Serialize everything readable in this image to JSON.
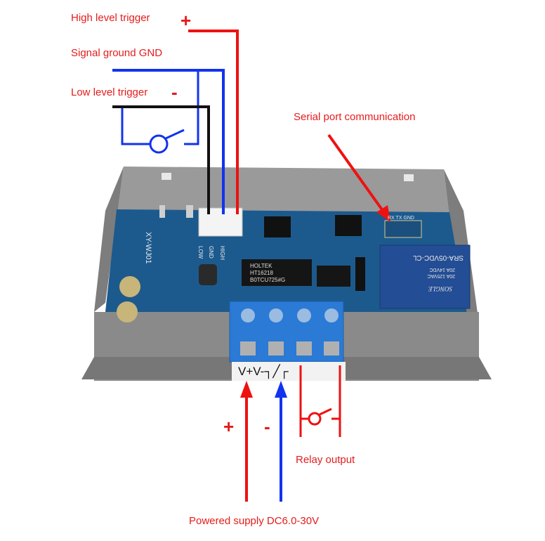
{
  "colors": {
    "label_red": "#e41c1c",
    "wire_red": "#ee1111",
    "wire_blue": "#1133ee",
    "wire_black": "#111111",
    "enclosure_gray": "#8f8f8f",
    "pcb_blue": "#1c5a8e",
    "terminal_blue": "#2a7ad6",
    "relay_blue": "#234d94"
  },
  "labels": {
    "high_trigger": "High level trigger",
    "signal_gnd": "Signal ground GND",
    "low_trigger": "Low level trigger",
    "serial": "Serial port communication",
    "relay_output": "Relay output",
    "power_supply": "Powered supply DC6.0-30V"
  },
  "signs": {
    "plus": "+",
    "minus": "-"
  },
  "board": {
    "model": "XY-WJ01",
    "header_pins": [
      "LOW",
      "GND",
      "HIGH"
    ],
    "chip_brand": "HOLTEK",
    "chip_model": "HT16218",
    "chip_code": "B0TCU725#G",
    "serial_pins": "RX TX GND",
    "relay_model": "SRA-05VDC-CL",
    "relay_rating_1": "20A 14VDC",
    "relay_rating_2": "20A 125VAC",
    "relay_brand": "SONGLE",
    "terminal_label": "V+V-┐╱┌",
    "terminal_count": 4
  }
}
